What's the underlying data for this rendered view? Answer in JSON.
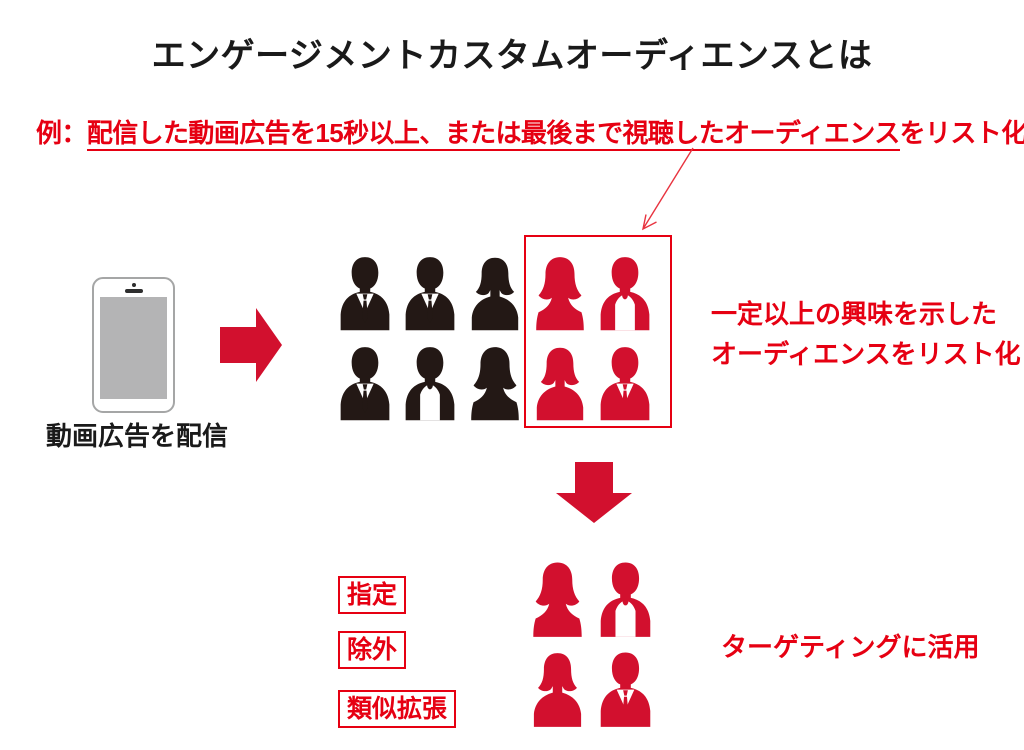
{
  "title": "エンゲージメントカスタムオーディエンスとは",
  "example_note": {
    "prefix": "例：",
    "underlined": "配信した動画広告を15秒以上、または最後まで視聴したオーディエンス",
    "suffix": "をリスト化"
  },
  "source": {
    "caption": "動画広告を配信"
  },
  "engaged": {
    "note_line1": "一定以上の興味を示した",
    "note_line2": "オーディエンスをリスト化"
  },
  "bottom": {
    "tags": [
      "指定",
      "除外",
      "類似拡張"
    ],
    "note": "ターゲティングに活用"
  },
  "icons": {
    "smartphone": "smartphone-icon",
    "arrow_right": "arrow-right-icon",
    "arrow_down": "arrow-down-icon",
    "leader_arrow": "leader-arrow-icon",
    "person_bust": "person-bust-icon"
  },
  "colors": {
    "red_text": "#e60012",
    "red_silhouette": "#d2102e",
    "black_silhouette": "#231815",
    "text_black": "#1a1a1a",
    "phone_screen_gray": "#b4b4b5",
    "phone_border_gray": "#a5a6a6"
  }
}
